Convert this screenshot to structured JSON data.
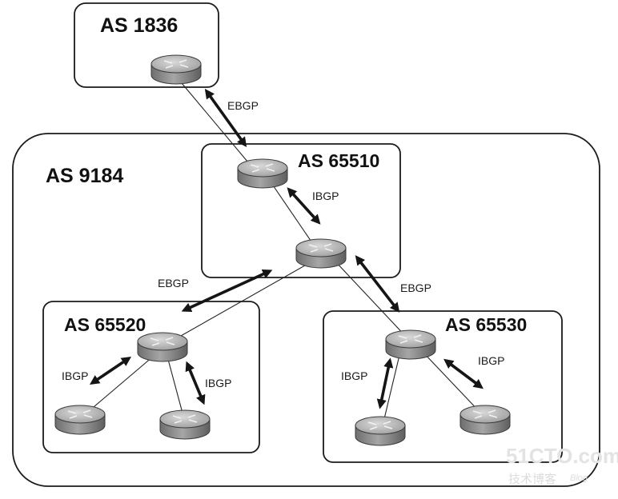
{
  "autonomous_systems": {
    "as1836": "AS 1836",
    "as9184": "AS 9184",
    "as65510": "AS 65510",
    "as65520": "AS 65520",
    "as65530": "AS 65530"
  },
  "sessions": {
    "ebgp_1836_65510": "EBGP",
    "ibgp_65510": "IBGP",
    "ebgp_65510_65520": "EBGP",
    "ebgp_65510_65530": "EBGP",
    "ibgp_65520_left": "IBGP",
    "ibgp_65520_right": "IBGP",
    "ibgp_65530_left": "IBGP",
    "ibgp_65530_right": "IBGP"
  },
  "watermark": {
    "site": "51CTO.com",
    "tagline": "技术博客",
    "blog": "Blog"
  },
  "colors": {
    "router_body": "#8c8c8c",
    "router_top": "#b4b4b4",
    "line": "#1a1a1a"
  }
}
